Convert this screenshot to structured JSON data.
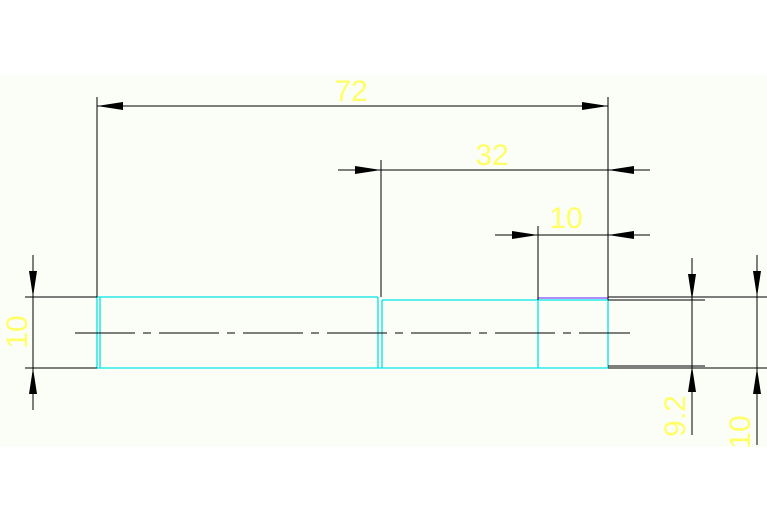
{
  "colors": {
    "background": "#ffffff",
    "paper": "#fbfdf7",
    "line": "#000000",
    "outline": "#00e5e5",
    "dimension_text": "#ffff66",
    "highlight": "#7d4cff"
  },
  "dimensions": {
    "overall_length": "72",
    "step_length": "32",
    "end_length": "10",
    "left_height": "10",
    "right_diameter_small": "9.2",
    "right_diameter_large": "10"
  }
}
